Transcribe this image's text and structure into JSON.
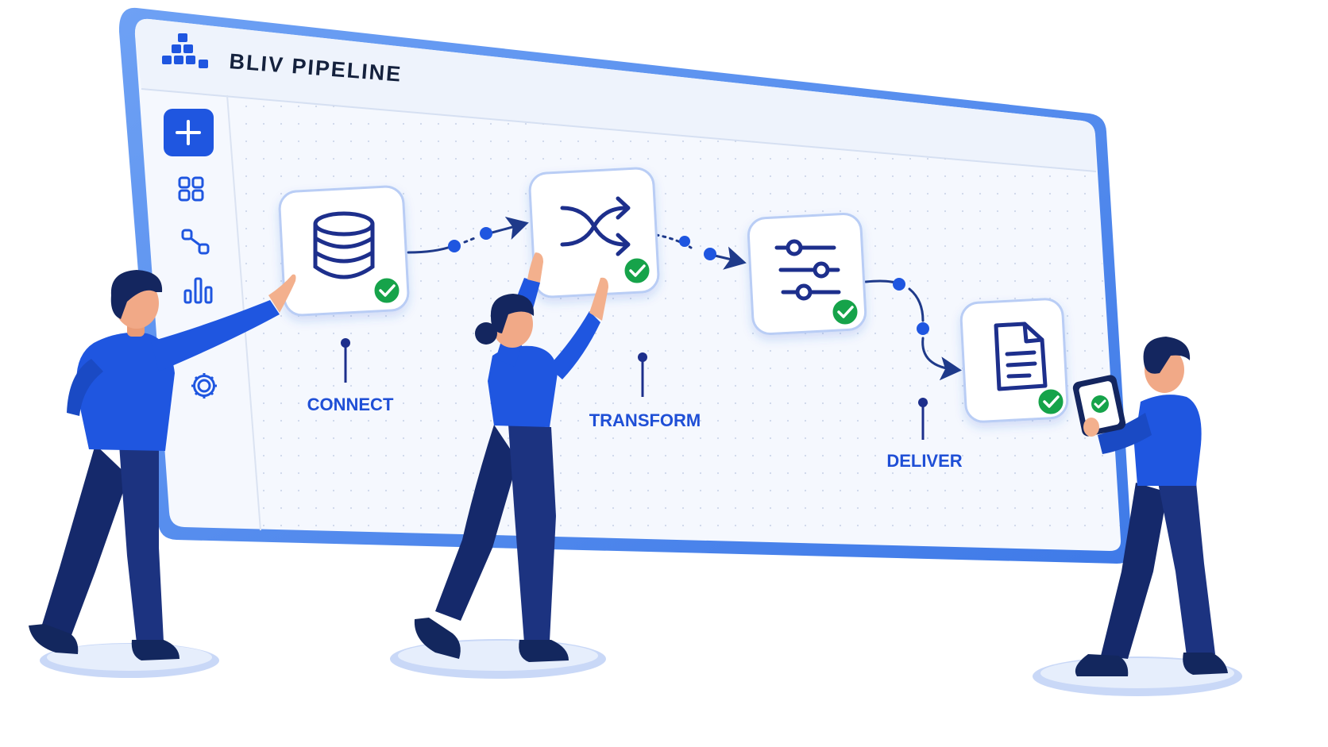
{
  "app": {
    "title": "BLIV PIPELINE",
    "logo_icon": "stacked-blocks-logo"
  },
  "sidebar": {
    "items": [
      {
        "id": "add",
        "icon": "plus-icon",
        "active": true
      },
      {
        "id": "grid",
        "icon": "grid-icon",
        "active": false
      },
      {
        "id": "flow",
        "icon": "flow-nodes-icon",
        "active": false
      },
      {
        "id": "chart",
        "icon": "bar-chart-icon",
        "active": false
      },
      {
        "id": "settings",
        "icon": "gear-icon",
        "active": false
      }
    ]
  },
  "pipeline": {
    "nodes": [
      {
        "id": "connect",
        "icon": "database-icon",
        "status": "success"
      },
      {
        "id": "transform",
        "icon": "shuffle-icon",
        "status": "success"
      },
      {
        "id": "filter",
        "icon": "sliders-icon",
        "status": "success"
      },
      {
        "id": "deliver",
        "icon": "document-icon",
        "status": "success"
      }
    ],
    "labels": {
      "connect": "CONNECT",
      "transform": "TRANSFORM",
      "deliver": "DELIVER"
    }
  },
  "colors": {
    "accent": "#1f56e0",
    "frame": "#4a86ee",
    "canvas": "#f4f7fd",
    "success": "#16a34a",
    "navy": "#14265f",
    "text_dark": "#14213d"
  }
}
